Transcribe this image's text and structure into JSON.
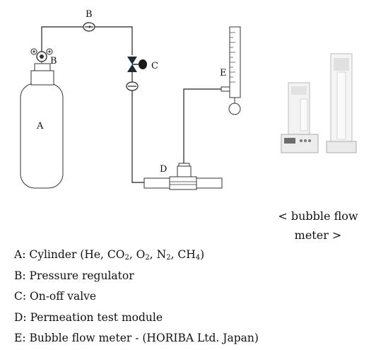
{
  "diagram": {
    "labels": {
      "a": "A",
      "b_top": "B",
      "b_cyl": "B",
      "c": "C",
      "d": "D",
      "e": "E"
    }
  },
  "caption": {
    "line1": "< bubble flow",
    "line2": "meter >"
  },
  "legend": [
    {
      "text": "A: Cylinder (He, CO2, O2, N2, CH4)"
    },
    {
      "text": "B: Pressure regulator"
    },
    {
      "text": "C: On-off valve"
    },
    {
      "text": "D: Permeation test module"
    },
    {
      "text": "E: Bubble flow meter - (HORIBA Ltd. Japan)"
    }
  ]
}
